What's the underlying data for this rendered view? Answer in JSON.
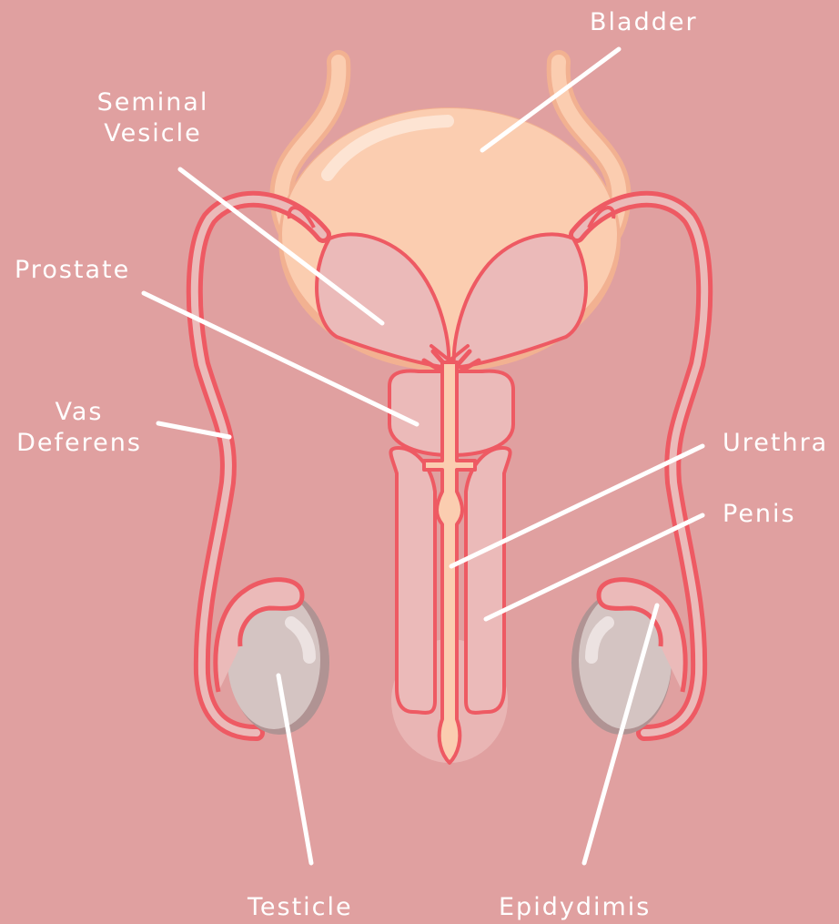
{
  "labels": {
    "bladder": "Bladder",
    "seminal_vesicle_line1": "Seminal",
    "seminal_vesicle_line2": "Vesicle",
    "prostate": "Prostate",
    "vas_deferens_line1": "Vas",
    "vas_deferens_line2": "Deferens",
    "urethra": "Urethra",
    "penis": "Penis",
    "testicle": "Testicle",
    "epididymis": "Epidydimis"
  },
  "colors": {
    "background": "#e0a0a0",
    "outline": "#ee5a63",
    "bladder": "#fbcdb0",
    "tissue": "#ebbab9",
    "testicle": "#d4c4c2",
    "leader_line": "#ffffff"
  }
}
